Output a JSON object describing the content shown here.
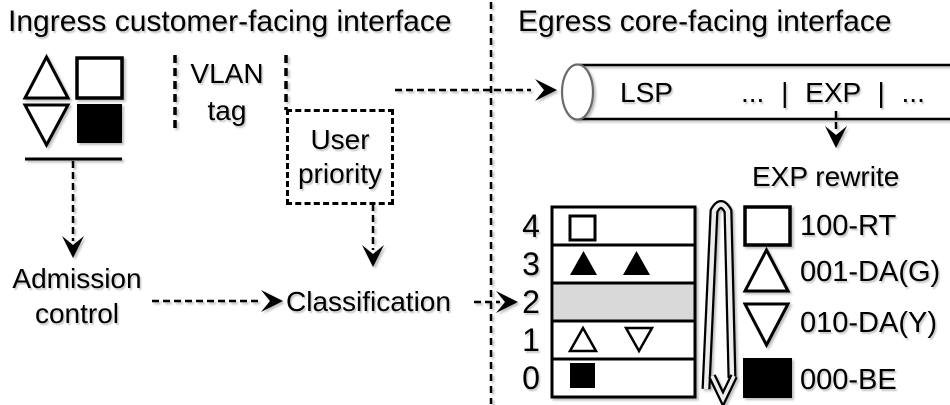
{
  "ingress": {
    "title": "Ingress customer-facing interface",
    "vlan_tag_label": "VLAN tag",
    "user_priority_label": "User priority",
    "admission_control_label": "Admission control",
    "classification_label": "Classification",
    "traffic_symbols": [
      "white-up-triangle",
      "white-square",
      "white-down-triangle",
      "black-square"
    ]
  },
  "egress": {
    "title": "Egress core-facing interface",
    "lsp_tube": {
      "lsp_label": "LSP",
      "header_fields_label": "... | EXP | ..."
    },
    "exp_rewrite_label": "EXP rewrite",
    "queue_table": {
      "rows": [
        {
          "label": "4",
          "symbols": [
            "white-square"
          ],
          "shaded": false
        },
        {
          "label": "3",
          "symbols": [
            "black-up-triangle",
            "black-up-triangle"
          ],
          "shaded": false
        },
        {
          "label": "2",
          "symbols": [],
          "shaded": true
        },
        {
          "label": "1",
          "symbols": [
            "white-up-triangle",
            "white-down-triangle"
          ],
          "shaded": false
        },
        {
          "label": "0",
          "symbols": [
            "black-square"
          ],
          "shaded": false
        }
      ],
      "shaded_row_color": "#d9d9d9"
    },
    "legend": [
      {
        "symbol": "white-square",
        "label": "100-RT"
      },
      {
        "symbol": "white-up-triangle",
        "label": "001-DA(G)"
      },
      {
        "symbol": "white-down-triangle",
        "label": "010-DA(Y)"
      },
      {
        "symbol": "black-square",
        "label": "000-BE"
      }
    ]
  },
  "colors": {
    "ink": "#000000",
    "background": "#ffffff",
    "shaded_row": "#d9d9d9",
    "ribbon_fill": "#ededed"
  }
}
